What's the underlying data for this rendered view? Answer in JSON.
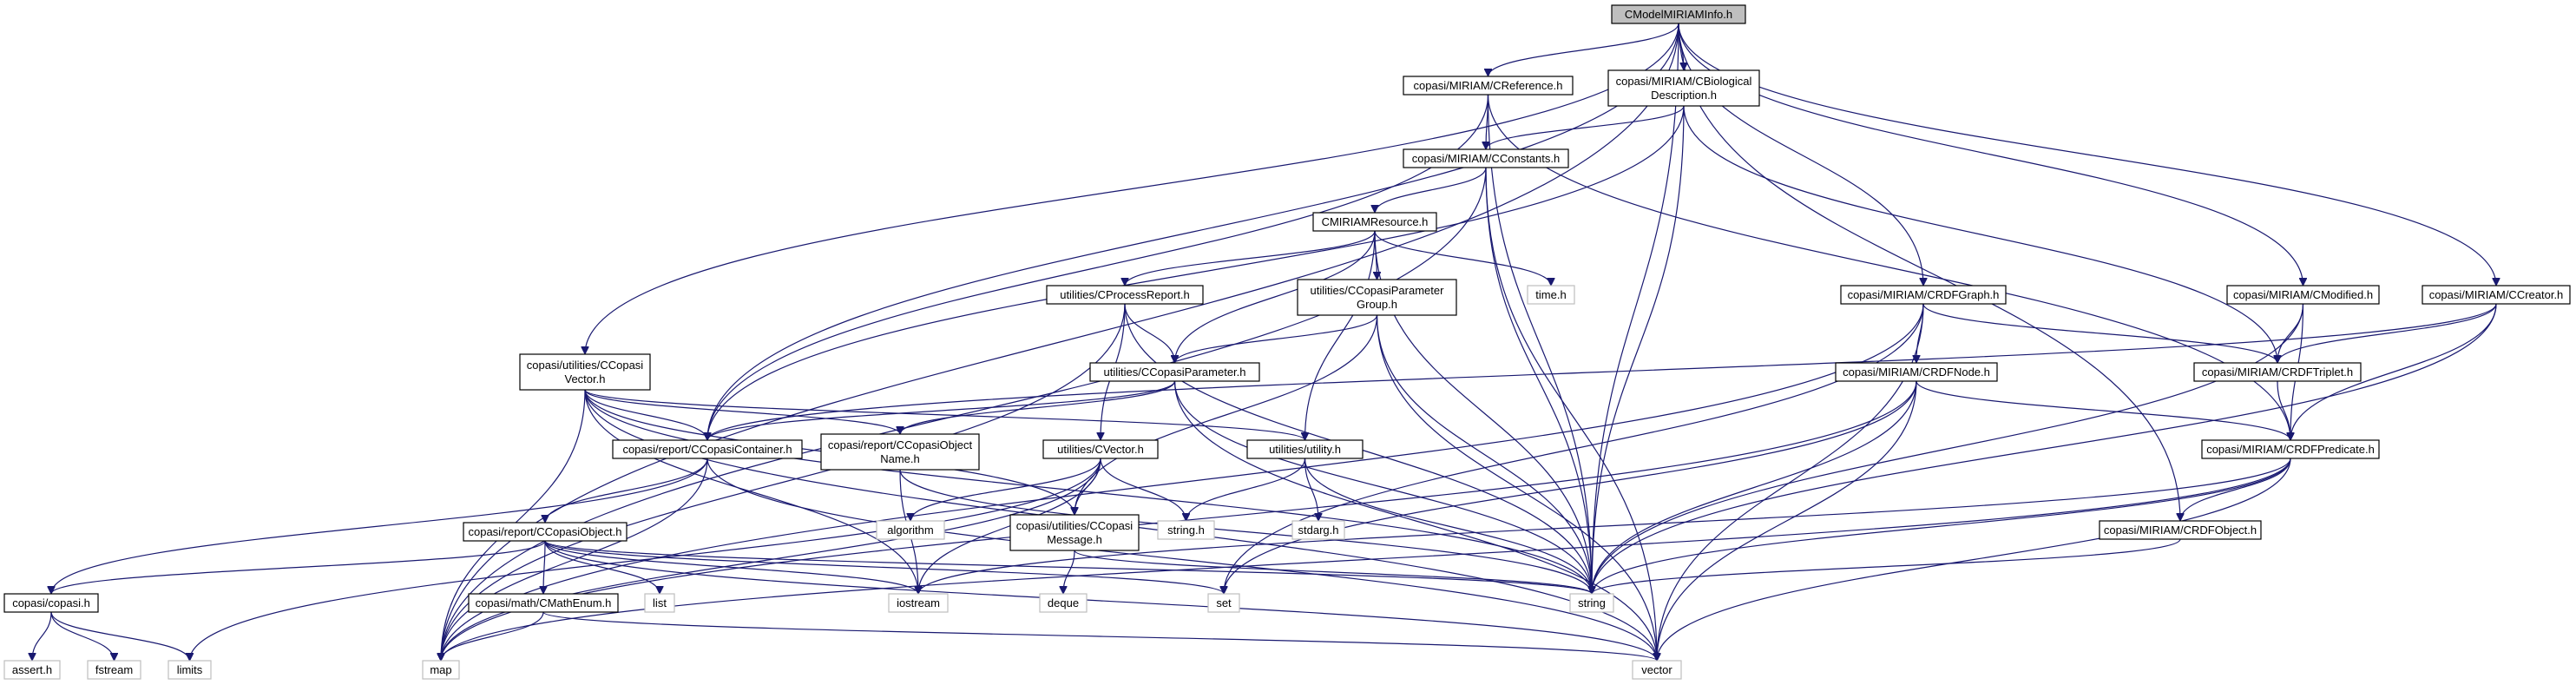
{
  "graph": {
    "nodes": [
      {
        "id": "root",
        "lines": [
          "CModelMIRIAMInfo.h"
        ],
        "style": "root"
      },
      {
        "id": "creference",
        "lines": [
          "copasi/MIRIAM/CReference.h"
        ],
        "style": "local"
      },
      {
        "id": "cbio",
        "lines": [
          "copasi/MIRIAM/CBiological",
          "Description.h"
        ],
        "style": "local"
      },
      {
        "id": "cconstants",
        "lines": [
          "copasi/MIRIAM/CConstants.h"
        ],
        "style": "local"
      },
      {
        "id": "cmiriamres",
        "lines": [
          "CMIRIAMResource.h"
        ],
        "style": "local"
      },
      {
        "id": "cprocessreport",
        "lines": [
          "utilities/CProcessReport.h"
        ],
        "style": "local"
      },
      {
        "id": "cparamgroup",
        "lines": [
          "utilities/CCopasiParameter",
          "Group.h"
        ],
        "style": "local"
      },
      {
        "id": "ctime",
        "lines": [
          "time.h"
        ],
        "style": "sys"
      },
      {
        "id": "ccopasivector",
        "lines": [
          "copasi/utilities/CCopasi",
          "Vector.h"
        ],
        "style": "local"
      },
      {
        "id": "cparameter",
        "lines": [
          "utilities/CCopasiParameter.h"
        ],
        "style": "local"
      },
      {
        "id": "crdfgraph",
        "lines": [
          "copasi/MIRIAM/CRDFGraph.h"
        ],
        "style": "local"
      },
      {
        "id": "cmodified",
        "lines": [
          "copasi/MIRIAM/CModified.h"
        ],
        "style": "local"
      },
      {
        "id": "ccreator",
        "lines": [
          "copasi/MIRIAM/CCreator.h"
        ],
        "style": "local"
      },
      {
        "id": "crdfnode",
        "lines": [
          "copasi/MIRIAM/CRDFNode.h"
        ],
        "style": "local"
      },
      {
        "id": "crdftriplet",
        "lines": [
          "copasi/MIRIAM/CRDFTriplet.h"
        ],
        "style": "local"
      },
      {
        "id": "ccontainer",
        "lines": [
          "copasi/report/CCopasiContainer.h"
        ],
        "style": "local"
      },
      {
        "id": "cobjname",
        "lines": [
          "copasi/report/CCopasiObject",
          "Name.h"
        ],
        "style": "local"
      },
      {
        "id": "cvector",
        "lines": [
          "utilities/CVector.h"
        ],
        "style": "local"
      },
      {
        "id": "cutility",
        "lines": [
          "utilities/utility.h"
        ],
        "style": "local"
      },
      {
        "id": "crdfpredicate",
        "lines": [
          "copasi/MIRIAM/CRDFPredicate.h"
        ],
        "style": "local"
      },
      {
        "id": "algorithm",
        "lines": [
          "algorithm"
        ],
        "style": "sys"
      },
      {
        "id": "cmessage",
        "lines": [
          "copasi/utilities/CCopasi",
          "Message.h"
        ],
        "style": "local"
      },
      {
        "id": "stringh",
        "lines": [
          "string.h"
        ],
        "style": "sys"
      },
      {
        "id": "stdarg",
        "lines": [
          "stdarg.h"
        ],
        "style": "sys"
      },
      {
        "id": "cobject",
        "lines": [
          "copasi/report/CCopasiObject.h"
        ],
        "style": "local"
      },
      {
        "id": "crdfobject",
        "lines": [
          "copasi/MIRIAM/CRDFObject.h"
        ],
        "style": "local"
      },
      {
        "id": "copasih",
        "lines": [
          "copasi/copasi.h"
        ],
        "style": "local"
      },
      {
        "id": "cmathenum",
        "lines": [
          "copasi/math/CMathEnum.h"
        ],
        "style": "local"
      },
      {
        "id": "list",
        "lines": [
          "list"
        ],
        "style": "sys"
      },
      {
        "id": "iostream",
        "lines": [
          "iostream"
        ],
        "style": "sys"
      },
      {
        "id": "set",
        "lines": [
          "set"
        ],
        "style": "sys"
      },
      {
        "id": "string",
        "lines": [
          "string"
        ],
        "style": "sys"
      },
      {
        "id": "deque",
        "lines": [
          "deque"
        ],
        "style": "sys"
      },
      {
        "id": "asserth",
        "lines": [
          "assert.h"
        ],
        "style": "sys"
      },
      {
        "id": "fstream",
        "lines": [
          "fstream"
        ],
        "style": "sys"
      },
      {
        "id": "limits",
        "lines": [
          "limits"
        ],
        "style": "sys"
      },
      {
        "id": "map",
        "lines": [
          "map"
        ],
        "style": "sys"
      },
      {
        "id": "vector",
        "lines": [
          "vector"
        ],
        "style": "sys"
      }
    ],
    "edges": [
      [
        "root",
        "creference"
      ],
      [
        "root",
        "cbio"
      ],
      [
        "root",
        "crdfgraph"
      ],
      [
        "root",
        "cmodified"
      ],
      [
        "root",
        "ccreator"
      ],
      [
        "root",
        "ccopasivector"
      ],
      [
        "root",
        "ccontainer"
      ],
      [
        "root",
        "map"
      ],
      [
        "root",
        "string"
      ],
      [
        "root",
        "crdfobject"
      ],
      [
        "creference",
        "cconstants"
      ],
      [
        "creference",
        "crdfpredicate"
      ],
      [
        "creference",
        "ccontainer"
      ],
      [
        "creference",
        "string"
      ],
      [
        "cbio",
        "cconstants"
      ],
      [
        "cbio",
        "crdftriplet"
      ],
      [
        "cbio",
        "ccontainer"
      ],
      [
        "cbio",
        "string"
      ],
      [
        "cconstants",
        "cmiriamres"
      ],
      [
        "cconstants",
        "map"
      ],
      [
        "cconstants",
        "string"
      ],
      [
        "cconstants",
        "vector"
      ],
      [
        "cmiriamres",
        "cprocessreport"
      ],
      [
        "cmiriamres",
        "cparamgroup"
      ],
      [
        "cmiriamres",
        "ctime"
      ],
      [
        "cmiriamres",
        "cparameter"
      ],
      [
        "cmiriamres",
        "cutility"
      ],
      [
        "cmiriamres",
        "string"
      ],
      [
        "cprocessreport",
        "cparameter"
      ],
      [
        "cprocessreport",
        "cvector"
      ],
      [
        "cprocessreport",
        "map"
      ],
      [
        "cprocessreport",
        "string"
      ],
      [
        "cparamgroup",
        "cparameter"
      ],
      [
        "cparamgroup",
        "cmessage"
      ],
      [
        "cparamgroup",
        "string"
      ],
      [
        "cparamgroup",
        "vector"
      ],
      [
        "ccopasivector",
        "ccontainer"
      ],
      [
        "ccopasivector",
        "cobjname"
      ],
      [
        "ccopasivector",
        "cutility"
      ],
      [
        "ccopasivector",
        "cmessage"
      ],
      [
        "ccopasivector",
        "iostream"
      ],
      [
        "ccopasivector",
        "string"
      ],
      [
        "ccopasivector",
        "vector"
      ],
      [
        "ccopasivector",
        "map"
      ],
      [
        "cparameter",
        "ccontainer"
      ],
      [
        "cparameter",
        "cobjname"
      ],
      [
        "cparameter",
        "string"
      ],
      [
        "cparameter",
        "vector"
      ],
      [
        "crdfgraph",
        "crdfnode"
      ],
      [
        "crdfgraph",
        "crdftriplet"
      ],
      [
        "crdfgraph",
        "map"
      ],
      [
        "crdfgraph",
        "set"
      ],
      [
        "crdfgraph",
        "vector"
      ],
      [
        "cmodified",
        "crdftriplet"
      ],
      [
        "cmodified",
        "crdfpredicate"
      ],
      [
        "cmodified",
        "string"
      ],
      [
        "ccreator",
        "crdftriplet"
      ],
      [
        "ccreator",
        "crdfpredicate"
      ],
      [
        "ccreator",
        "ccontainer"
      ],
      [
        "ccreator",
        "string"
      ],
      [
        "crdfnode",
        "crdfpredicate"
      ],
      [
        "crdfnode",
        "set"
      ],
      [
        "crdfnode",
        "string"
      ],
      [
        "crdfnode",
        "map"
      ],
      [
        "crdfnode",
        "vector"
      ],
      [
        "crdftriplet",
        "crdfpredicate"
      ],
      [
        "ccontainer",
        "cobject"
      ],
      [
        "ccontainer",
        "copasih"
      ],
      [
        "ccontainer",
        "map"
      ],
      [
        "ccontainer",
        "vector"
      ],
      [
        "cobjname",
        "string"
      ],
      [
        "cobjname",
        "iostream"
      ],
      [
        "cvector",
        "cmessage"
      ],
      [
        "cvector",
        "algorithm"
      ],
      [
        "cvector",
        "iostream"
      ],
      [
        "cvector",
        "stringh"
      ],
      [
        "cvector",
        "limits"
      ],
      [
        "cvector",
        "map"
      ],
      [
        "cutility",
        "stringh"
      ],
      [
        "cutility",
        "stdarg"
      ],
      [
        "cutility",
        "string"
      ],
      [
        "crdfpredicate",
        "crdfobject"
      ],
      [
        "crdfpredicate",
        "string"
      ],
      [
        "crdfpredicate",
        "iostream"
      ],
      [
        "crdfpredicate",
        "map"
      ],
      [
        "crdfpredicate",
        "vector"
      ],
      [
        "cmessage",
        "deque"
      ],
      [
        "cmessage",
        "string"
      ],
      [
        "cobject",
        "copasih"
      ],
      [
        "cobject",
        "cmathenum"
      ],
      [
        "cobject",
        "list"
      ],
      [
        "cobject",
        "iostream"
      ],
      [
        "cobject",
        "set"
      ],
      [
        "cobject",
        "string"
      ],
      [
        "cobject",
        "vector"
      ],
      [
        "crdfobject",
        "string"
      ],
      [
        "copasih",
        "asserth"
      ],
      [
        "copasih",
        "fstream"
      ],
      [
        "copasih",
        "limits"
      ],
      [
        "cmathenum",
        "map"
      ],
      [
        "cmathenum",
        "vector"
      ]
    ]
  }
}
